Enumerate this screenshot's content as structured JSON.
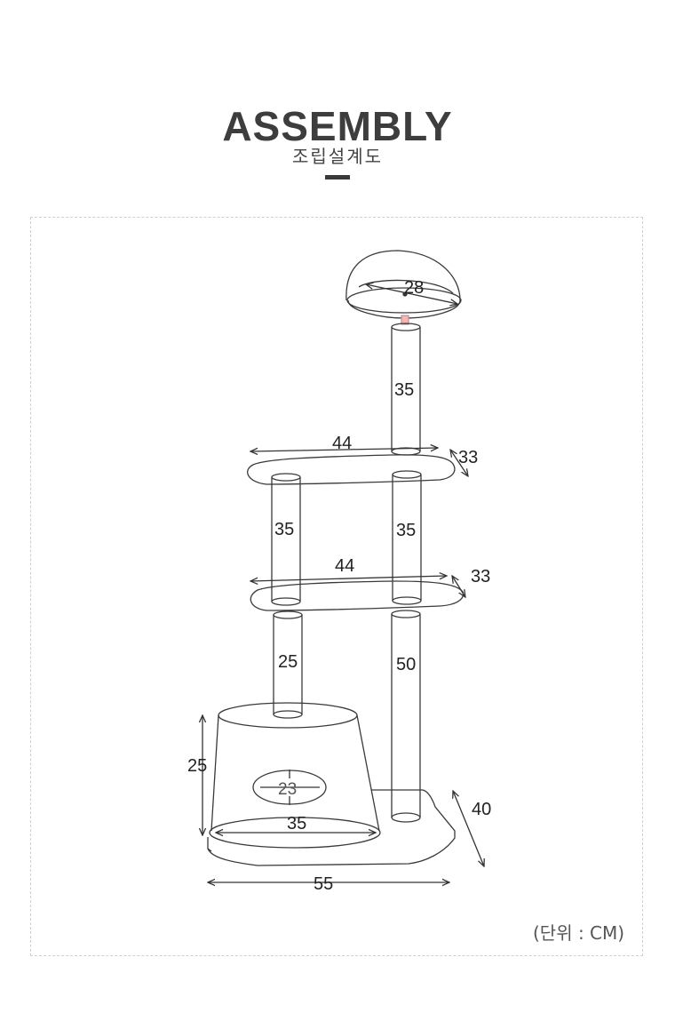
{
  "header": {
    "title": "ASSEMBLY",
    "subtitle": "조립설계도"
  },
  "diagram": {
    "dimensions": {
      "bowl_diameter": "28",
      "top_post": "35",
      "upper_shelf_length": "44",
      "upper_shelf_width": "33",
      "mid_left_post": "35",
      "mid_right_post": "35",
      "lower_shelf_length": "44",
      "lower_shelf_width": "33",
      "lower_left_post": "25",
      "tall_post": "50",
      "house_height": "25",
      "house_hole": "23",
      "house_diameter": "35",
      "base_depth": "40",
      "base_width": "55"
    },
    "unit_note": "(단위 : CM)"
  },
  "colors": {
    "line": "#3a3a3a",
    "connector": "#f2b8b8",
    "frame_border": "#cfcfcf"
  }
}
